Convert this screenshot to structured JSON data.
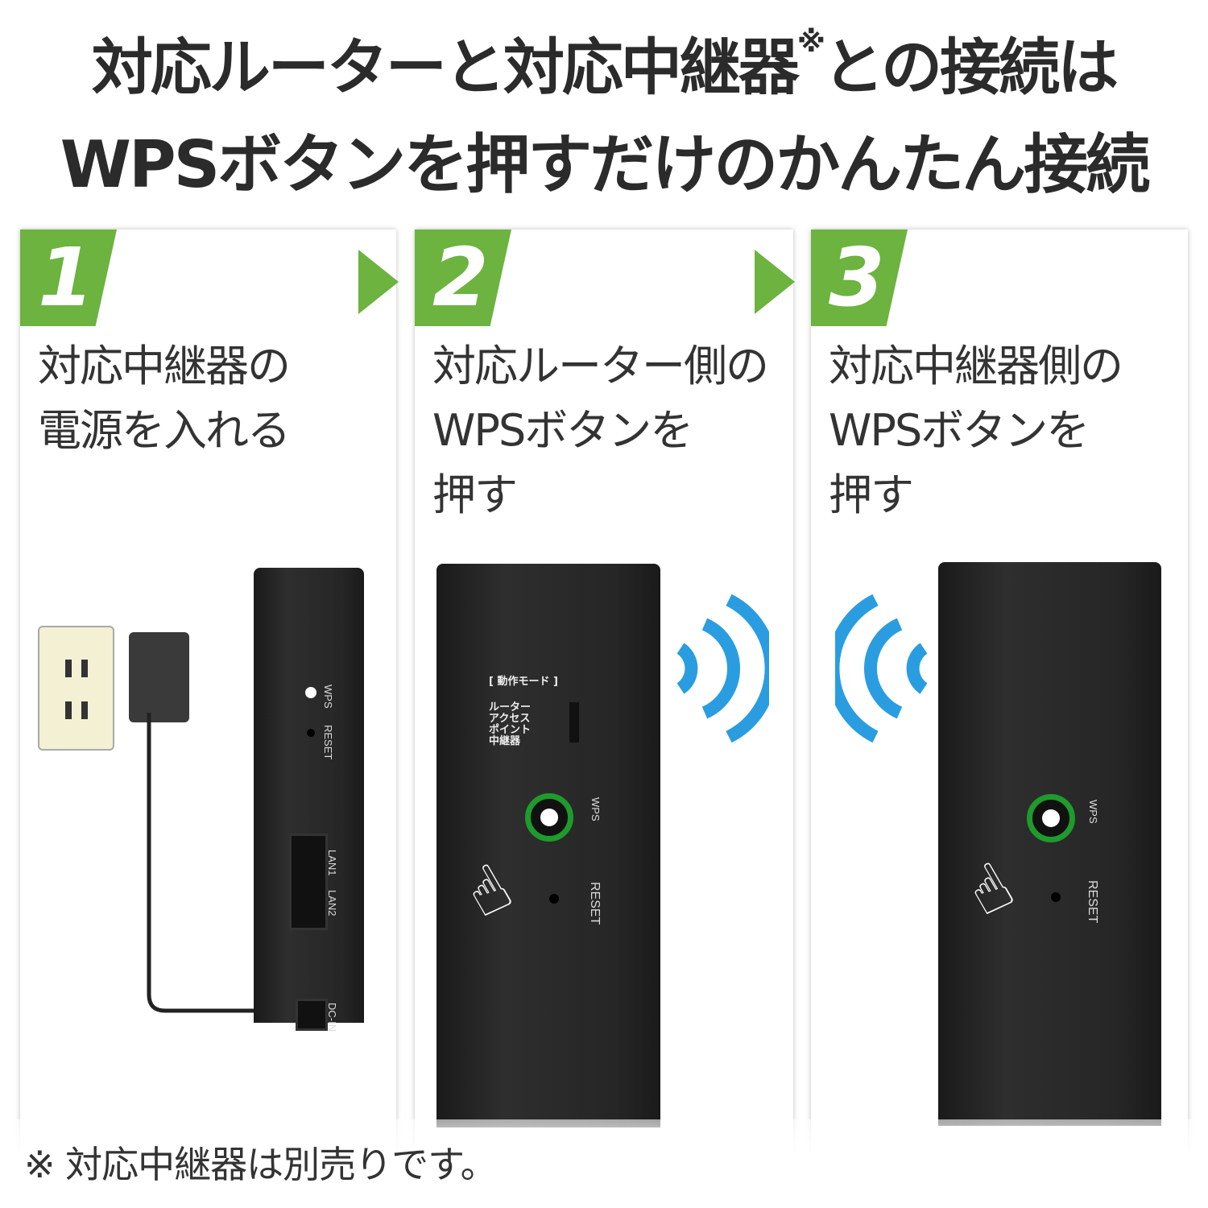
{
  "title": {
    "line1": "対応ルーターと対応中継器",
    "line1_mark": "※",
    "line1_end": "との接続は",
    "line2": "WPSボタンを押すだけのかんたん接続"
  },
  "steps": [
    {
      "number": "1",
      "text": "対応中継器の\n電源を入れる"
    },
    {
      "number": "2",
      "text": "対応ルーター側の\nWPSボタンを\n押す"
    },
    {
      "number": "3",
      "text": "対応中継器側の\nWPSボタンを\n押す"
    }
  ],
  "device1": {
    "wps": "WPS",
    "reset": "RESET",
    "lan1": "LAN1",
    "lan2": "LAN2",
    "dcin": "DC-IN"
  },
  "device2": {
    "mode_title": "[ 動作モード ]",
    "modes": [
      "ルーター",
      "アクセス",
      "ポイント",
      "中継器"
    ],
    "wps": "WPS",
    "reset": "RESET"
  },
  "device3": {
    "wps": "WPS",
    "reset": "RESET"
  },
  "footnote": "※ 対応中継器は別売りです。",
  "colors": {
    "accent": "#6cb33f",
    "wifi": "#2a9de0",
    "highlight_ring": "#1f9a2c"
  }
}
